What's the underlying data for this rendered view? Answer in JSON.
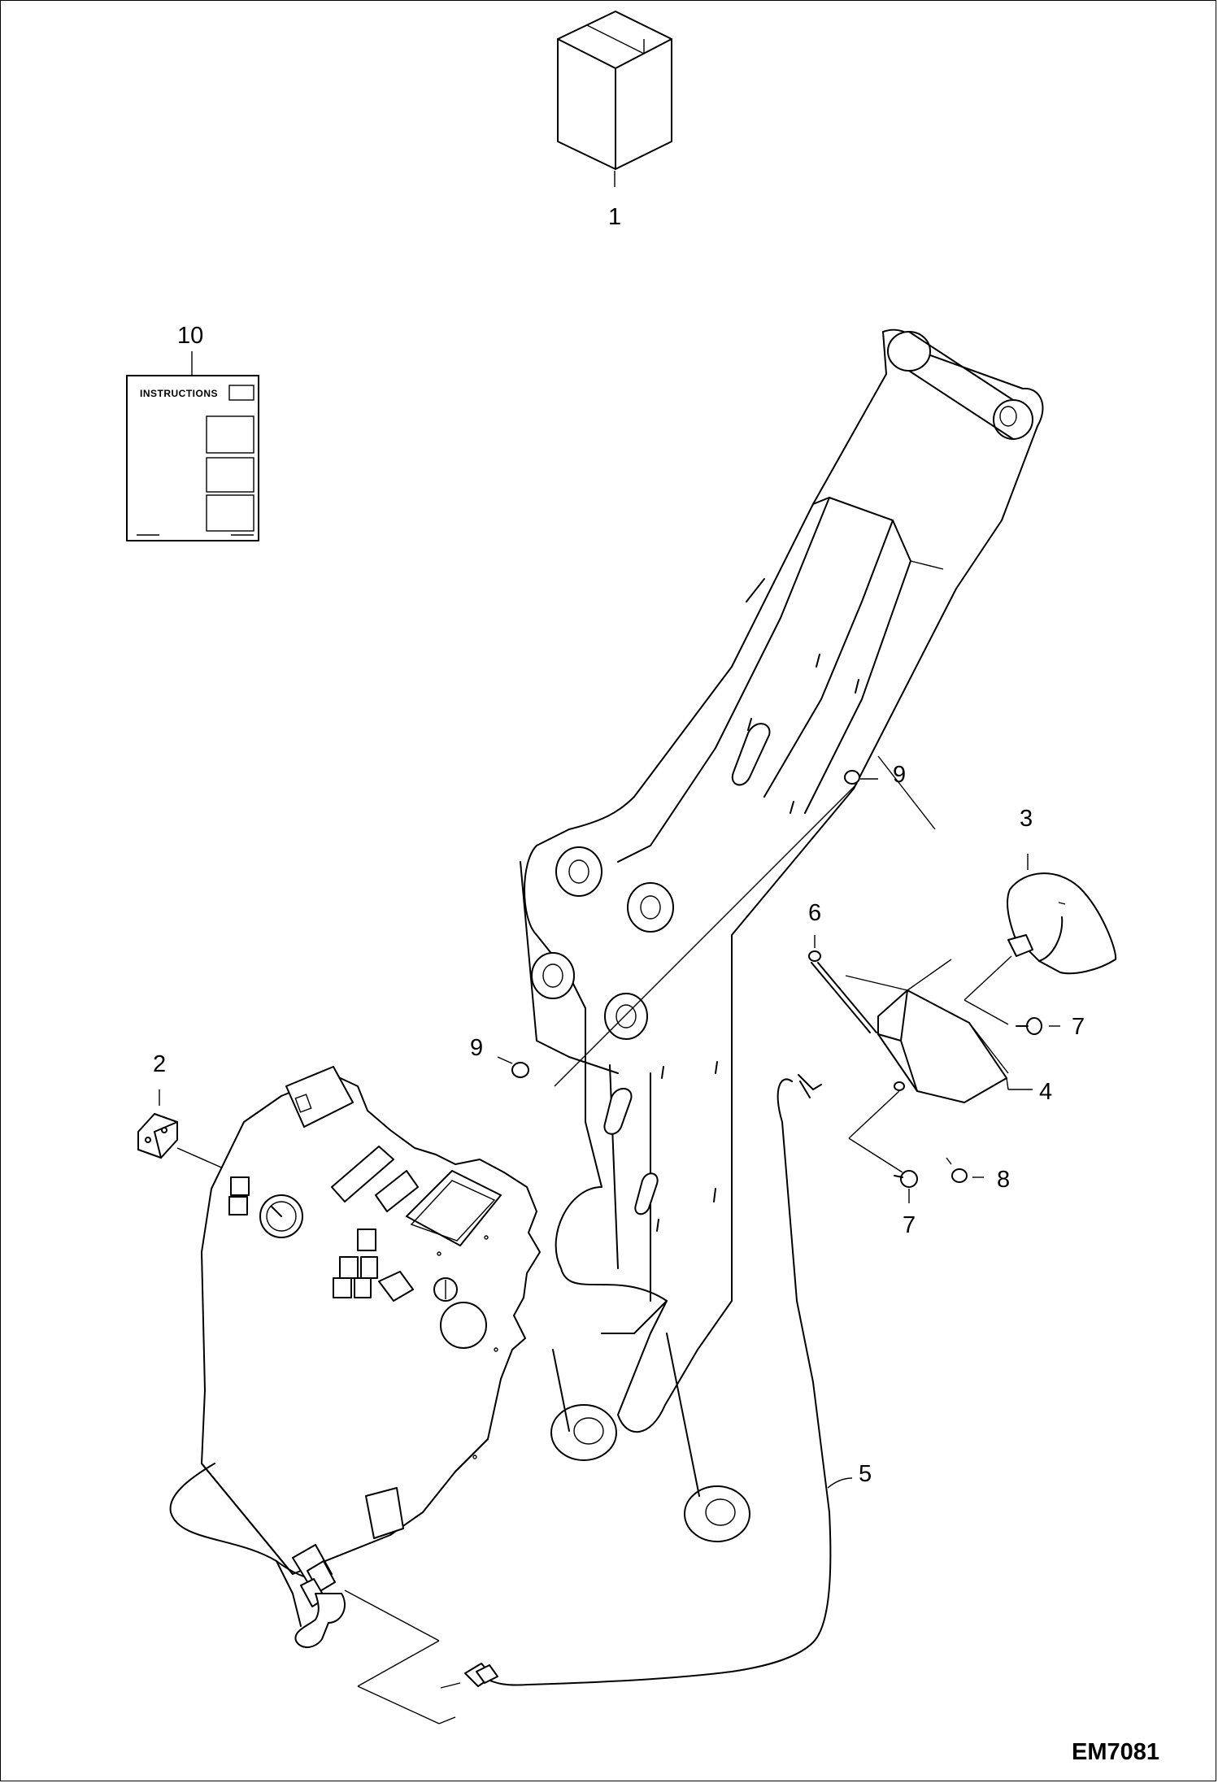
{
  "figure": {
    "code": "EM7081",
    "instructions_title": "INSTRUCTIONS"
  },
  "callouts": {
    "c1": "1",
    "c2": "2",
    "c3": "3",
    "c4": "4",
    "c5": "5",
    "c6": "6",
    "c7a": "7",
    "c7b": "7",
    "c8": "8",
    "c9a": "9",
    "c9b": "9",
    "c10": "10"
  },
  "colors": {
    "line": "#000000",
    "background": "#ffffff"
  }
}
